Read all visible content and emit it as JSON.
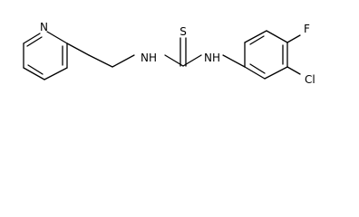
{
  "molecule": {
    "atoms": {
      "pyridine_n": "N",
      "thioamide_s": "S",
      "amine_left": "NH",
      "amine_right": "NH",
      "fluorine": "F",
      "chlorine": "Cl"
    }
  }
}
